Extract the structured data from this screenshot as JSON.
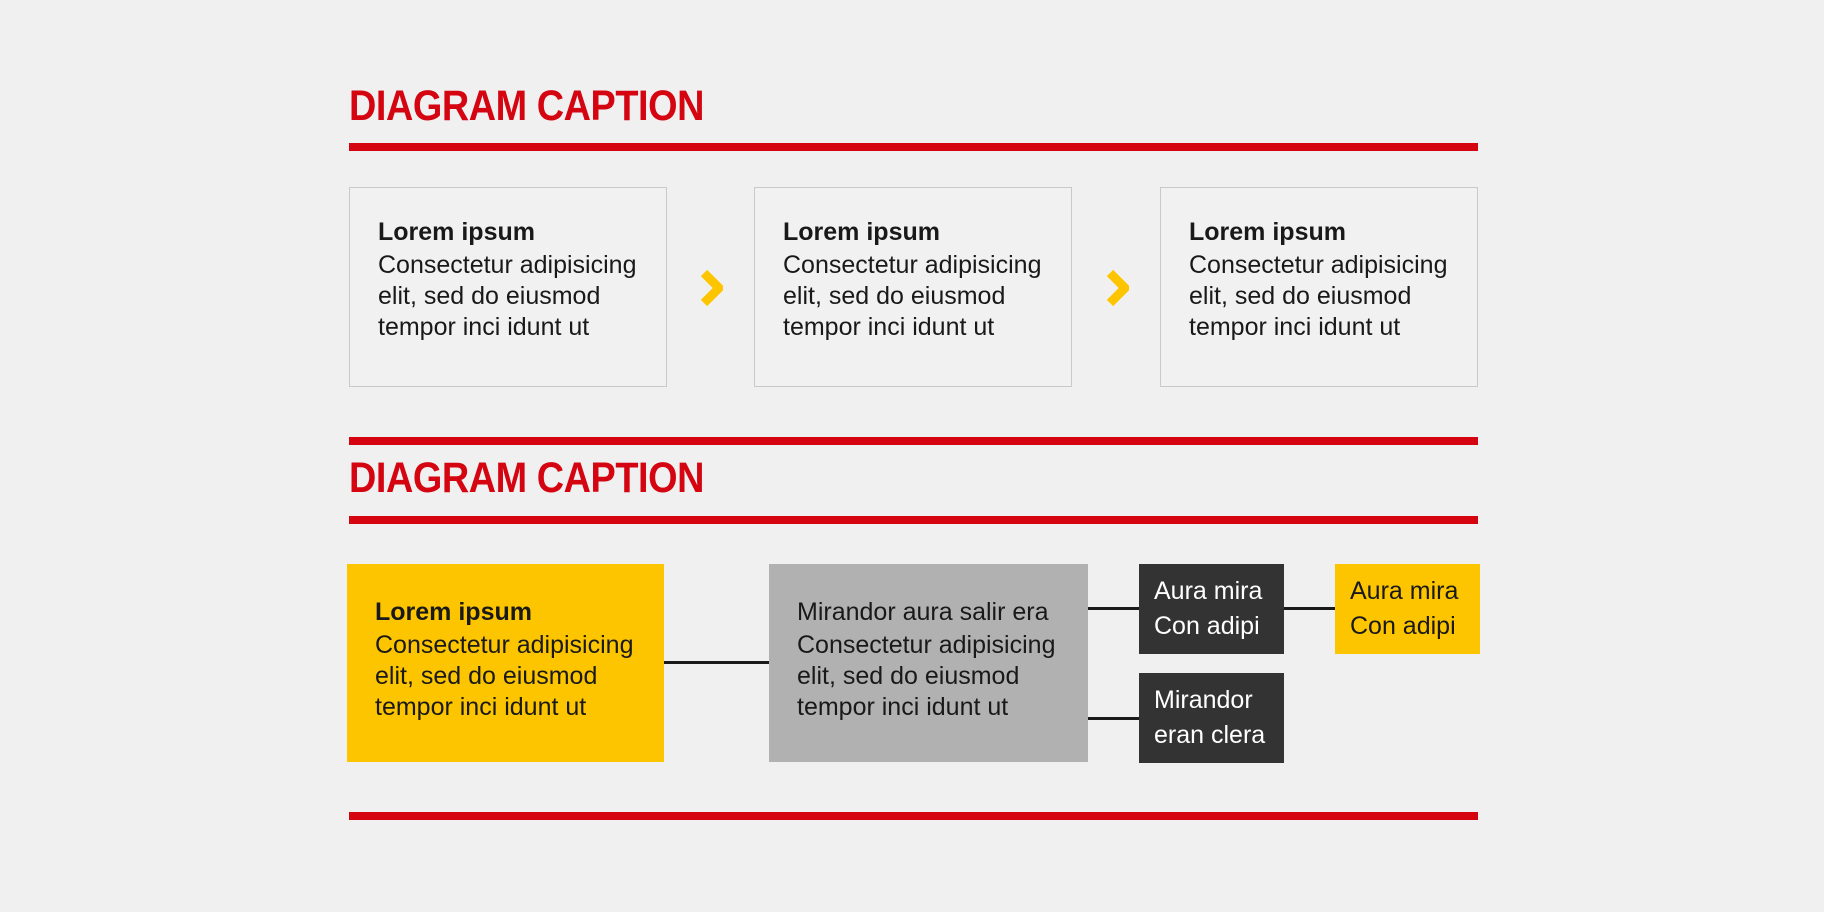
{
  "palette": {
    "background": "#f0f0f1",
    "accent_red": "#d40511",
    "accent_yellow": "#fdc500",
    "dark_node": "#333333",
    "gray_node": "#b1b1b1",
    "outline_box_border": "#c9c9c9",
    "text_dark": "#191919",
    "text_light": "#ffffff",
    "connector_black": "#1a1a1a"
  },
  "section1": {
    "caption": "DIAGRAM CAPTION",
    "separator_icon": "chevron-right",
    "steps": [
      {
        "title": "Lorem ipsum",
        "lines": [
          "Consectetur adipisicing",
          "elit, sed do eiusmod",
          "tempor inci idunt ut"
        ]
      },
      {
        "title": "Lorem ipsum",
        "lines": [
          "Consectetur adipisicing",
          "elit, sed do eiusmod",
          "tempor inci idunt ut"
        ]
      },
      {
        "title": "Lorem ipsum",
        "lines": [
          "Consectetur adipisicing",
          "elit, sed do eiusmod",
          "tempor inci idunt ut"
        ]
      }
    ]
  },
  "section2": {
    "caption": "DIAGRAM CAPTION",
    "start_node": {
      "title": "Lorem ipsum",
      "lines": [
        "Consectetur adipisicing",
        "elit, sed do eiusmod",
        "tempor inci idunt ut"
      ]
    },
    "middle_node": {
      "lines": [
        "Mirandor aura salir era",
        "Consectetur adipisicing",
        "elit, sed do eiusmod",
        "tempor inci idunt ut"
      ]
    },
    "branch_top": {
      "lines": [
        "Aura mira",
        "Con adipi"
      ]
    },
    "branch_top_child": {
      "lines": [
        "Aura mira",
        "Con adipi"
      ]
    },
    "branch_bottom": {
      "lines": [
        "Mirandor",
        "eran clera"
      ]
    }
  }
}
